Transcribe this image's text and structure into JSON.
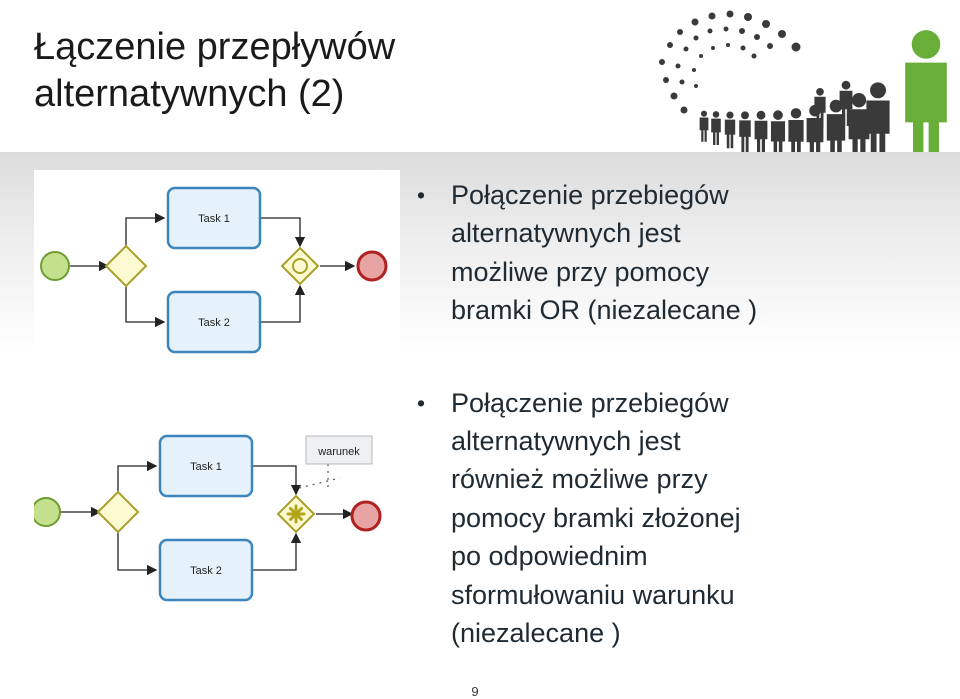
{
  "slide": {
    "title_line1": "Łączenie przepływów",
    "title_line2": "alternatywnych (2)",
    "page_number": "9"
  },
  "bullets": [
    {
      "lines": [
        "Połączenie przebiegów",
        "alternatywnych jest",
        "możliwe przy pomocy",
        "bramki OR (niezalecane )"
      ]
    },
    {
      "lines": [
        "Połączenie przebiegów",
        "alternatywnych jest",
        "również możliwe przy",
        "pomocy bramki złożonej",
        "po odpowiednim",
        "sformułowaniu warunku",
        "(niezalecane )"
      ]
    }
  ],
  "diagram1": {
    "task1_label": "Task 1",
    "task2_label": "Task 2"
  },
  "diagram2": {
    "task1_label": "Task 1",
    "task2_label": "Task 2",
    "annotation_label": "warunek"
  },
  "colors": {
    "logo_green": "#6aae3a",
    "logo_gray": "#3a3a3a",
    "start_event_fill": "#c5e08c",
    "start_event_stroke": "#6f9c32",
    "end_event_fill": "#e8a3a3",
    "end_event_stroke": "#b02121",
    "gateway_fill": "#fbfad0",
    "gateway_stroke": "#a8a02a",
    "task_fill": "#e6f2fb",
    "task_stroke": "#3a85c0"
  },
  "icons": [
    "people-crowd-logo",
    "arrow-icon"
  ]
}
